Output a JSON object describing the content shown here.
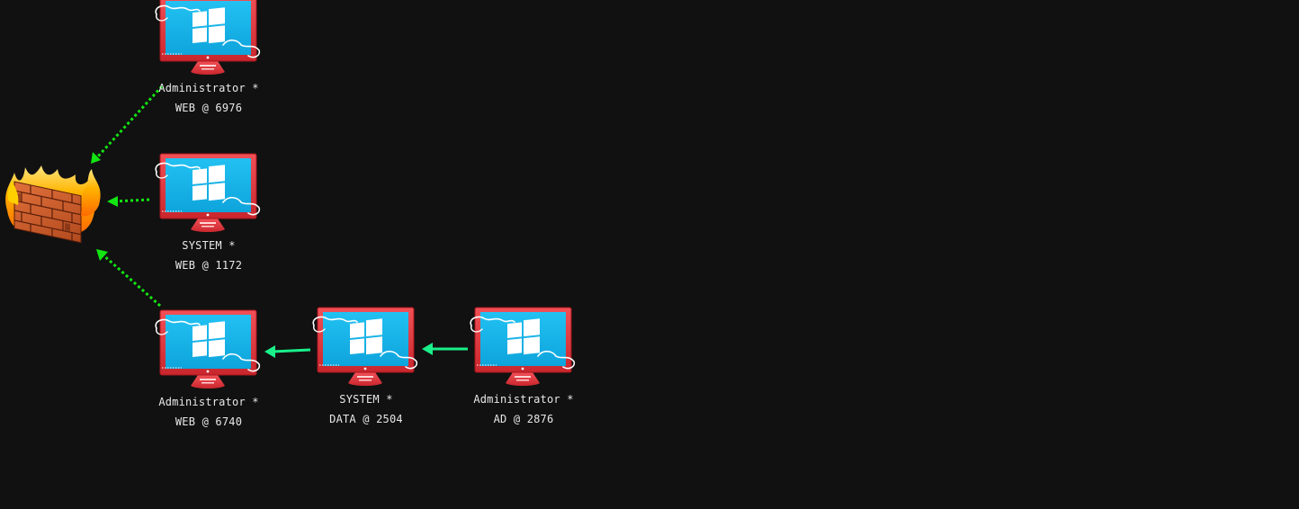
{
  "graph": {
    "background": "#111111",
    "colors": {
      "monitor_frame": "#e0393f",
      "monitor_screen": "#18b6ec",
      "pivot_link": "#19f08a",
      "firewall_link": "#12e512"
    },
    "firewall": {
      "icon": "firewall-icon"
    },
    "nodes": [
      {
        "id": "web-6976",
        "user": "Administrator *",
        "host": "WEB @ 6976",
        "icon": "windows-monitor-icon"
      },
      {
        "id": "web-1172",
        "user": "SYSTEM *",
        "host": "WEB @ 1172",
        "icon": "windows-monitor-icon"
      },
      {
        "id": "web-6740",
        "user": "Administrator *",
        "host": "WEB @ 6740",
        "icon": "windows-monitor-icon"
      },
      {
        "id": "data-2504",
        "user": "SYSTEM *",
        "host": "DATA @ 2504",
        "icon": "windows-monitor-icon"
      },
      {
        "id": "ad-2876",
        "user": "Administrator *",
        "host": "AD @ 2876",
        "icon": "windows-monitor-icon"
      }
    ],
    "links": [
      {
        "from": "web-6976",
        "to": "firewall",
        "style": "dotted"
      },
      {
        "from": "web-1172",
        "to": "firewall",
        "style": "dotted"
      },
      {
        "from": "web-6740",
        "to": "firewall",
        "style": "dotted"
      },
      {
        "from": "data-2504",
        "to": "web-6740",
        "style": "solid"
      },
      {
        "from": "ad-2876",
        "to": "data-2504",
        "style": "solid"
      }
    ]
  }
}
